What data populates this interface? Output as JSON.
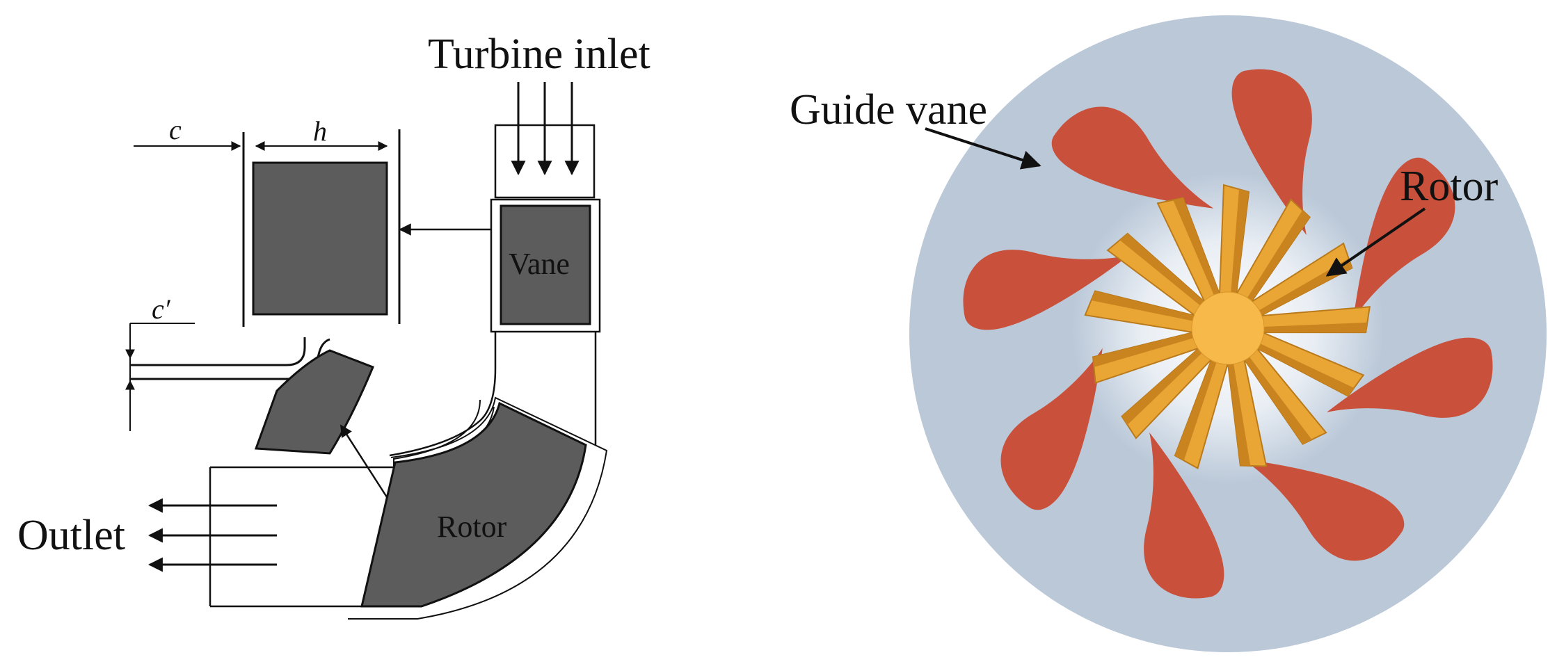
{
  "left_panel": {
    "turbine_inlet_label": "Turbine inlet",
    "vane_label": "Vane",
    "rotor_label": "Rotor",
    "outlet_label": "Outlet",
    "clearance_label": "c",
    "height_label": "h",
    "clearance_prime_label": "c′"
  },
  "right_panel": {
    "guide_vane_label": "Guide vane",
    "rotor_label": "Rotor"
  },
  "colors": {
    "block": "#5c5c5c",
    "line": "#111111",
    "disc": "#bac8d8",
    "guide_vane": "#c9503a",
    "rotor_blade": "#eaa634",
    "hub": "#f6b94a"
  },
  "rotor_blade_count": 13,
  "guide_vane_count": 8
}
